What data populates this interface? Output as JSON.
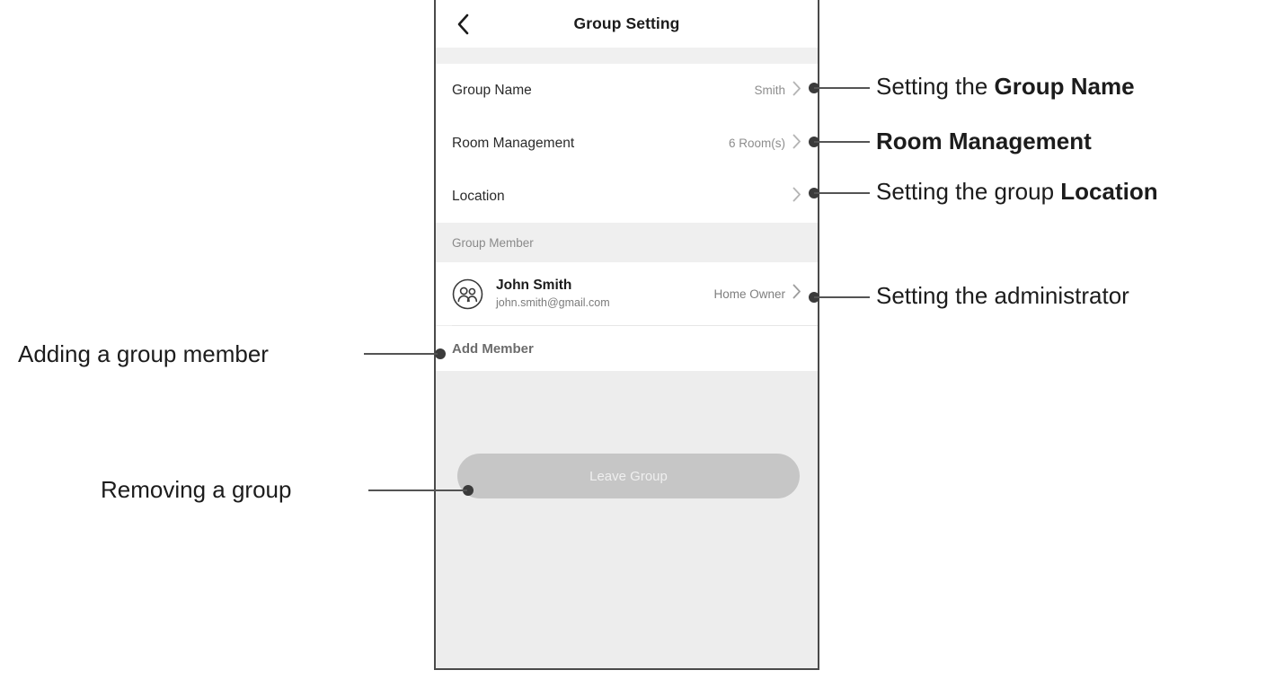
{
  "phone": {
    "header": {
      "back_icon": "chevron-left-icon",
      "title": "Group Setting"
    },
    "settings_rows": [
      {
        "label": "Group Name",
        "value": "Smith",
        "chevron": "chevron-right-icon"
      },
      {
        "label": "Room Management",
        "value": "6 Room(s)",
        "chevron": "chevron-right-icon"
      },
      {
        "label": "Location",
        "value": "",
        "chevron": "chevron-right-icon"
      }
    ],
    "group_member": {
      "section_title": "Group Member",
      "member": {
        "avatar_icon": "group-people-avatar-icon",
        "name": "John Smith",
        "email": "john.smith@gmail.com",
        "role": "Home Owner",
        "chevron": "chevron-right-icon"
      },
      "add_member_label": "Add Member"
    },
    "leave_button_label": "Leave Group"
  },
  "annotations": {
    "group_name": {
      "prefix": "Setting the ",
      "emphasis": "Group Name"
    },
    "room_mgmt": {
      "prefix": "",
      "emphasis": "Room Management"
    },
    "location": {
      "prefix": "Setting the group ",
      "emphasis": "Location"
    },
    "administrator": {
      "prefix": "Setting the administrator",
      "emphasis": ""
    },
    "add_member": {
      "prefix": "Adding a group member",
      "emphasis": ""
    },
    "leave_group": {
      "prefix": "Removing a group",
      "emphasis": ""
    }
  },
  "colors": {
    "frame": "#4a4a4a",
    "card": "#ffffff",
    "page_bg": "#ededed",
    "band": "#efefef",
    "muted_text": "#8a8a8a",
    "leave_button": "#c6c6c6",
    "annotation_line": "#545454"
  }
}
